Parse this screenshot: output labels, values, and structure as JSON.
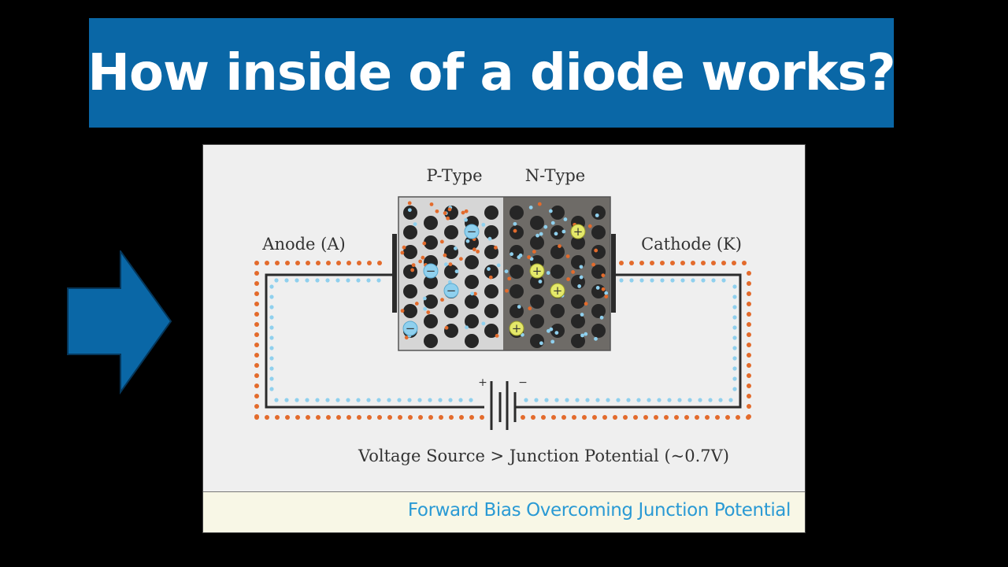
{
  "title": "How inside of a diode works?",
  "diagram": {
    "p_label": "P-Type",
    "n_label": "N-Type",
    "anode_label": "Anode (A)",
    "cathode_label": "Cathode (K)",
    "battery_plus": "+",
    "battery_minus": "−",
    "voltage_note": "Voltage Source > Junction Potential (~0.7V)",
    "hole_symbol": "+",
    "electron_symbol": "−"
  },
  "caption": "Forward Bias Overcoming Junction Potential",
  "colors": {
    "banner": "#0a67a6",
    "arrow": "#0a67a6",
    "p_region": "#d6d6d6",
    "n_region": "#6e6b67",
    "electron": "#8fd0ee",
    "hole": "#e36b2c",
    "plus_ion": "#e4e86a",
    "caption_text": "#2a9ad4"
  }
}
